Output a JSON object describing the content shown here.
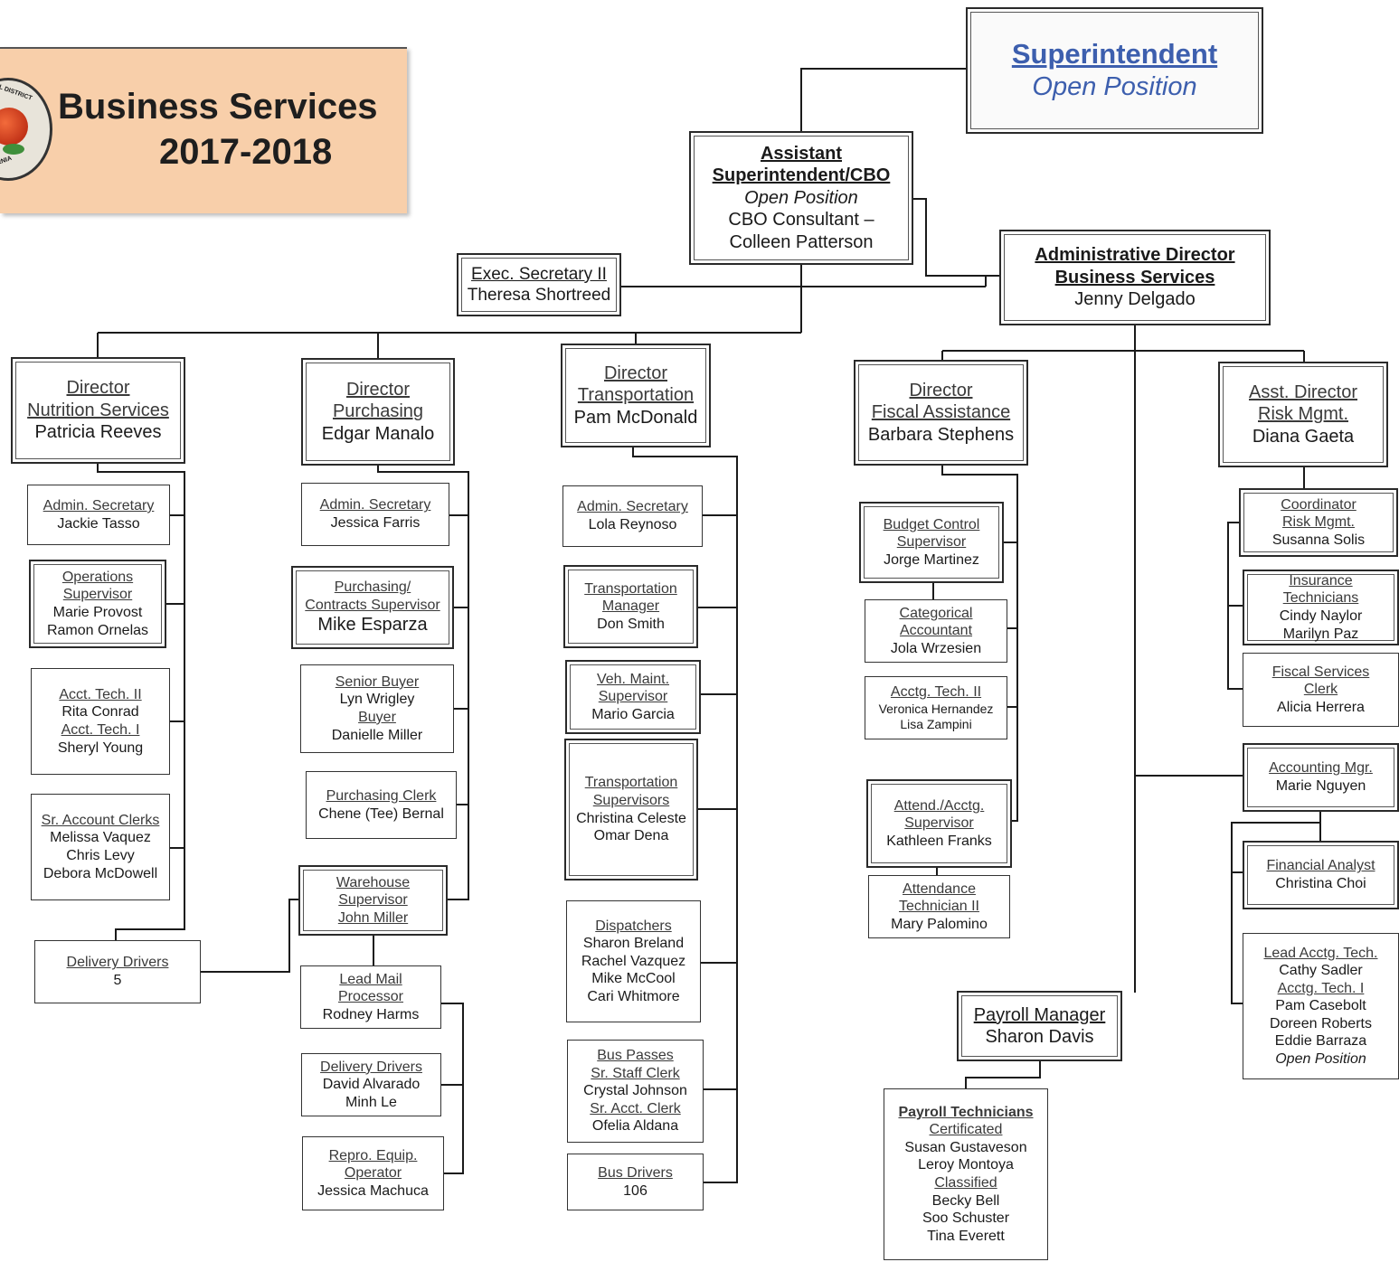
{
  "header": {
    "title_line1": "Business Services",
    "title_line2": "2017-2018",
    "logo_top_text": "SCHOOL DISTRICT",
    "logo_bottom_text": "CALIFORNIA"
  },
  "superintendent": {
    "title": "Superintendent",
    "name": "Open Position"
  },
  "cbo": {
    "title_line1": "Assistant",
    "title_line2": "Superintendent/CBO",
    "status": "Open Position",
    "consultant_line1": "CBO Consultant –",
    "consultant_line2": "Colleen Patterson"
  },
  "exec_secretary": {
    "title": "Exec. Secretary II",
    "name": "Theresa Shortreed"
  },
  "admin_director": {
    "title_line1": "Administrative Director",
    "title_line2": "Business Services",
    "name": "Jenny Delgado"
  },
  "nutrition": {
    "director": {
      "title_line1": "Director",
      "title_line2": "Nutrition Services",
      "name": "Patricia Reeves"
    },
    "admin_secretary": {
      "title": "Admin. Secretary",
      "name": "Jackie Tasso"
    },
    "operations": {
      "title_line1": "Operations",
      "title_line2": "Supervisor",
      "name1": "Marie Provost",
      "name2": "Ramon Ornelas"
    },
    "acct_tech": {
      "title1": "Acct. Tech. II",
      "name1": "Rita Conrad",
      "title2": "Acct. Tech. I",
      "name2": "Sheryl Young"
    },
    "account_clerks": {
      "title": "Sr. Account Clerks",
      "name1": "Melissa Vaquez",
      "name2": "Chris Levy",
      "name3": "Debora McDowell"
    },
    "delivery_drivers": {
      "title": "Delivery Drivers",
      "count": "5"
    }
  },
  "purchasing": {
    "director": {
      "title_line1": "Director",
      "title_line2": "Purchasing",
      "name": "Edgar Manalo"
    },
    "admin_secretary": {
      "title": "Admin. Secretary",
      "name": "Jessica Farris"
    },
    "contracts": {
      "title_line1": "Purchasing/",
      "title_line2": "Contracts Supervisor",
      "name": "Mike Esparza"
    },
    "buyers": {
      "title1": "Senior Buyer",
      "name1": "Lyn Wrigley",
      "title2": "Buyer",
      "name2": "Danielle Miller"
    },
    "clerk": {
      "title": "Purchasing Clerk",
      "name": "Chene (Tee) Bernal"
    },
    "warehouse": {
      "title_line1": "Warehouse",
      "title_line2": "Supervisor",
      "title_line3": "John Miller"
    },
    "mail": {
      "title_line1": "Lead Mail",
      "title_line2": "Processor",
      "name": "Rodney Harms"
    },
    "drivers": {
      "title": "Delivery Drivers",
      "name1": "David Alvarado",
      "name2": "Minh Le"
    },
    "repro": {
      "title_line1": "Repro. Equip.",
      "title_line2": "Operator",
      "name": "Jessica Machuca"
    }
  },
  "transportation": {
    "director": {
      "title_line1": "Director",
      "title_line2": "Transportation",
      "name": "Pam McDonald"
    },
    "admin_secretary": {
      "title": "Admin. Secretary",
      "name": "Lola Reynoso"
    },
    "manager": {
      "title_line1": "Transportation",
      "title_line2": "Manager",
      "name": "Don Smith"
    },
    "veh_maint": {
      "title_line1": "Veh. Maint.",
      "title_line2": "Supervisor",
      "name": "Mario Garcia"
    },
    "supervisors": {
      "title_line1": "Transportation",
      "title_line2": "Supervisors",
      "name1": "Christina Celeste",
      "name2": "Omar Dena"
    },
    "dispatchers": {
      "title": "Dispatchers",
      "name1": "Sharon Breland",
      "name2": "Rachel Vazquez",
      "name3": "Mike McCool",
      "name4": "Cari Whitmore"
    },
    "bus_passes": {
      "title1": "Bus Passes",
      "title2": "Sr. Staff Clerk",
      "name1": "Crystal Johnson",
      "title3": "Sr. Acct. Clerk",
      "name2": "Ofelia Aldana"
    },
    "bus_drivers": {
      "title": "Bus Drivers",
      "count": "106"
    }
  },
  "fiscal": {
    "director": {
      "title_line1": "Director",
      "title_line2": "Fiscal Assistance",
      "name": "Barbara Stephens"
    },
    "budget": {
      "title_line1": "Budget Control",
      "title_line2": "Supervisor",
      "name": "Jorge Martinez"
    },
    "categorical": {
      "title_line1": "Categorical",
      "title_line2": "Accountant",
      "name": "Jola Wrzesien"
    },
    "acctg_tech": {
      "title": "Acctg. Tech. II",
      "name1": "Veronica Hernandez",
      "name2": "Lisa Zampini"
    },
    "attend_sup": {
      "title_line1": "Attend./Acctg.",
      "title_line2": "Supervisor",
      "name": "Kathleen Franks"
    },
    "attend_tech": {
      "title_line1": "Attendance",
      "title_line2": "Technician II",
      "name": "Mary Palomino"
    }
  },
  "payroll": {
    "manager": {
      "title": "Payroll Manager",
      "name": "Sharon Davis"
    },
    "technicians": {
      "title": "Payroll Technicians",
      "cert_label": "Certificated",
      "cert_names": [
        "Susan Gustaveson",
        "Leroy Montoya"
      ],
      "class_label": "Classified",
      "class_names": [
        "Becky Bell",
        "Soo Schuster",
        "Tina Everett"
      ]
    }
  },
  "risk": {
    "director": {
      "title_line1": "Asst. Director",
      "title_line2": "Risk Mgmt.",
      "name": "Diana Gaeta"
    },
    "coordinator": {
      "title_line1": "Coordinator",
      "title_line2": "Risk Mgmt.",
      "name": "Susanna Solis"
    },
    "insurance": {
      "title_line1": "Insurance",
      "title_line2": "Technicians",
      "name1": "Cindy Naylor",
      "name2": "Marilyn Paz"
    },
    "fiscal_clerk": {
      "title_line1": "Fiscal Services",
      "title_line2": "Clerk",
      "name": "Alicia Herrera"
    }
  },
  "accounting": {
    "manager": {
      "title": "Accounting Mgr.",
      "name": "Marie Nguyen"
    },
    "analyst": {
      "title": "Financial Analyst",
      "name": "Christina Choi"
    },
    "lead_tech": {
      "title1": "Lead Acctg. Tech.",
      "name1": "Cathy Sadler",
      "title2": "Acctg. Tech. I",
      "names": [
        "Pam Casebolt",
        "Doreen Roberts",
        "Eddie Barraza"
      ],
      "open": "Open Position"
    }
  },
  "colors": {
    "banner": "#f8cfaa",
    "superintendent_text": "#3d5fae",
    "line": "#1a1a1a"
  }
}
